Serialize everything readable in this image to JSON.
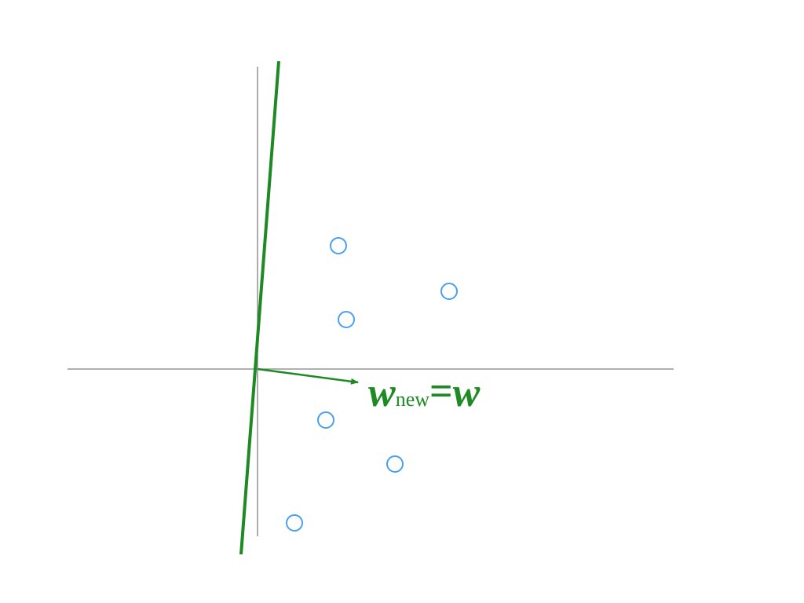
{
  "colors": {
    "background": "#ffffff",
    "axis": "#808080",
    "boundary": "#1e8a23",
    "weight_vector": "#1e8a23",
    "points": "#4a9ff0",
    "label": "#1e8a23"
  },
  "label": {
    "w_symbol": "w",
    "subscript": "new",
    "equals": "=",
    "rhs": "w"
  },
  "points_marker": "circle-outline",
  "point_count": 6
}
